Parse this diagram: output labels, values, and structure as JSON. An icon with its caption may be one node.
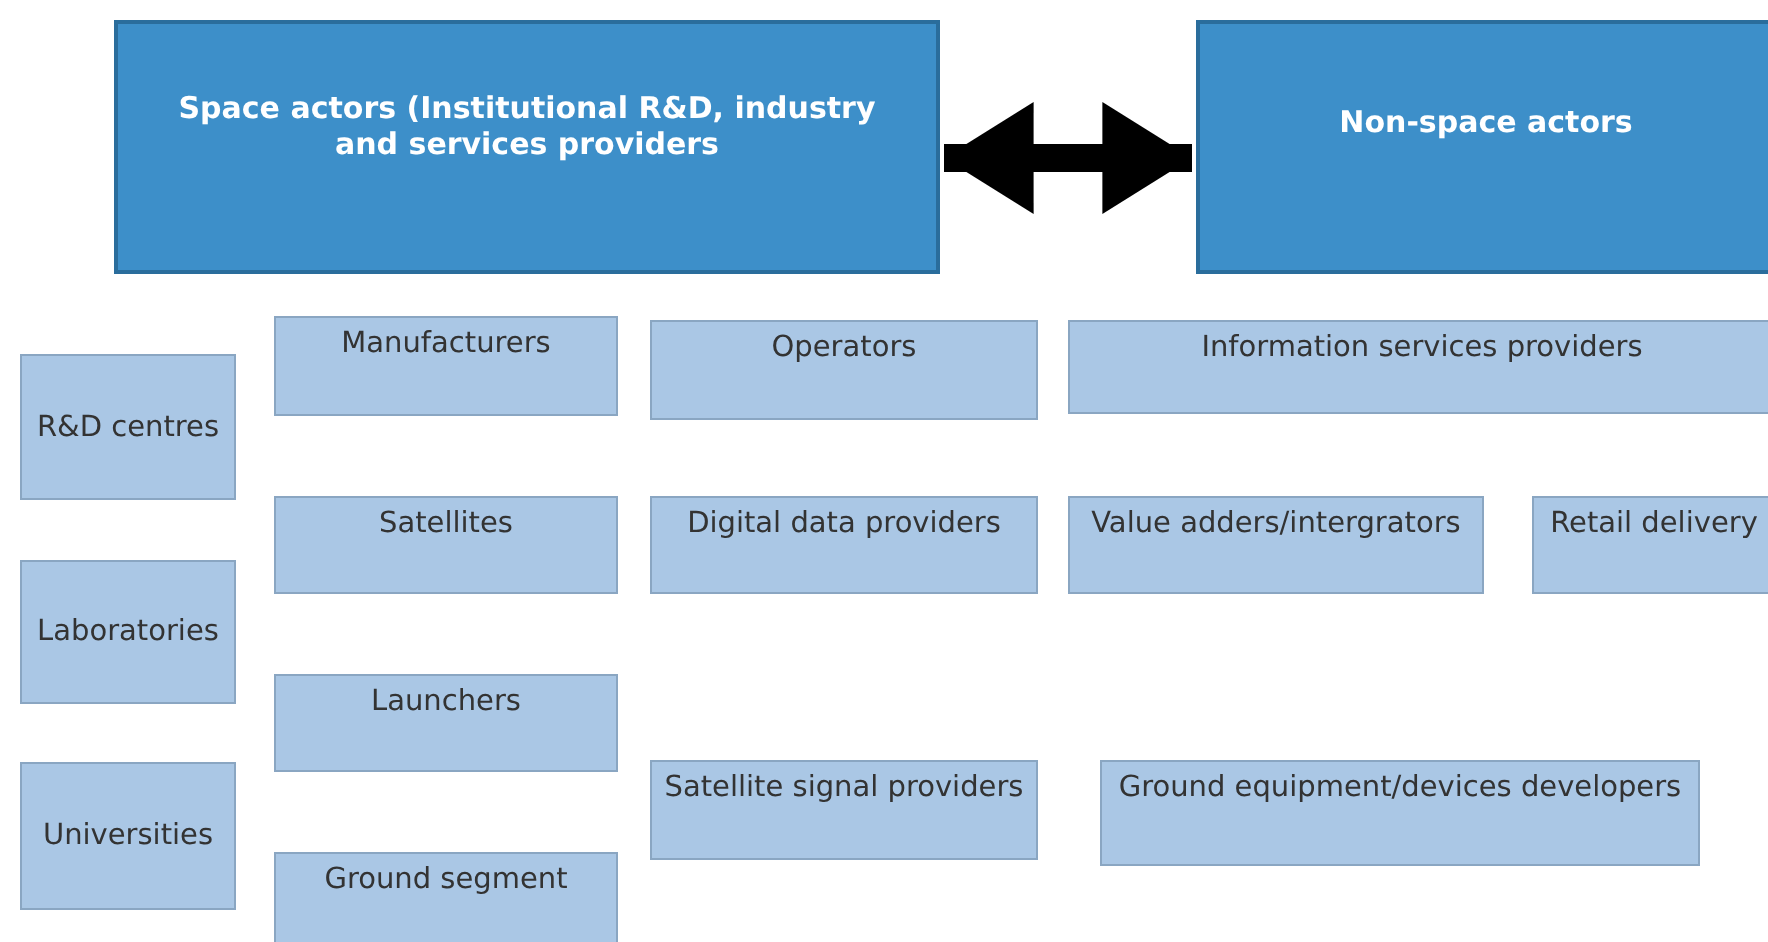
{
  "diagram": {
    "nodes": [
      {
        "text": [
          "Space actors (Institutional R&D, industry and services providers"
        ]
      },
      {
        "text": [
          "Non-space actors"
        ]
      },
      {
        "text": [
          "Manufacturers"
        ]
      },
      {
        "text": [
          "Operators"
        ]
      },
      {
        "text": [
          "Information services providers"
        ]
      },
      {
        "text": [
          "R&D centres"
        ]
      },
      {
        "text": [
          "Satellites"
        ]
      },
      {
        "text": [
          "Digital data providers"
        ]
      },
      {
        "text": [
          "Value adders/intergrators"
        ]
      },
      {
        "text": [
          "Retail delivery"
        ]
      },
      {
        "text": [
          "Laboratories"
        ]
      },
      {
        "text": [
          "Launchers"
        ]
      },
      {
        "text": [
          "Universities"
        ]
      },
      {
        "text": [
          "Satellite signal providers"
        ]
      },
      {
        "text": [
          "Ground equipment/devices developers"
        ]
      },
      {
        "text": [
          "Ground segment"
        ]
      }
    ],
    "edges": [
      {
        "from": 0,
        "to": 1,
        "arrow": "both"
      }
    ]
  }
}
